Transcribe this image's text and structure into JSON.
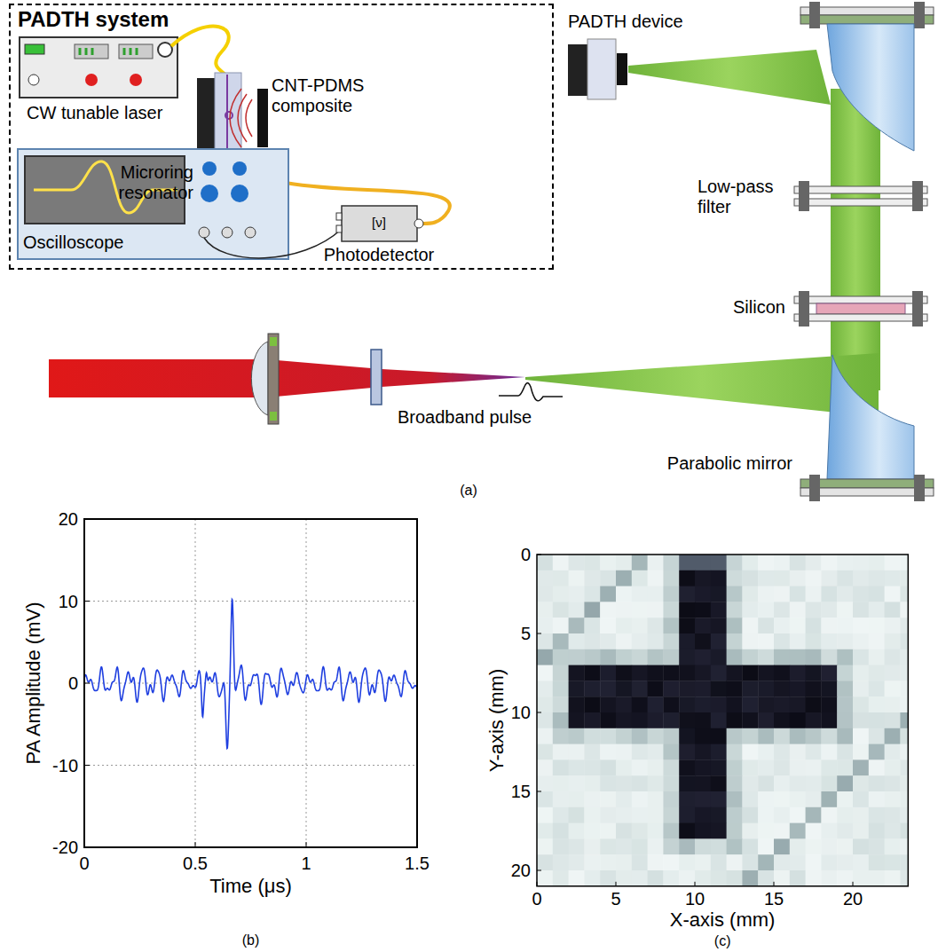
{
  "diagram": {
    "nodes": [
      {
        "text": [
          "PADTH system"
        ]
      }
    ],
    "labels": [
      "CW tunable laser",
      "Microring resonator",
      "CNT-PDMS composite",
      "Oscilloscope",
      "[ν]",
      "Photodetector",
      "PADTH device",
      "Low-pass filter",
      "Silicon",
      "Broadband pulse",
      "Parabolic mirror",
      "(a)",
      "PA Amplitude (mV)",
      "20",
      "10",
      "0",
      "-10",
      "-20",
      "0",
      "0.5",
      "1",
      "1.5",
      "Time (μs)",
      "(b)",
      "Y-axis (mm)",
      "0",
      "5",
      "10",
      "15",
      "20",
      "0",
      "5",
      "10",
      "15",
      "20",
      "X-axis (mm)",
      "(c)"
    ]
  }
}
